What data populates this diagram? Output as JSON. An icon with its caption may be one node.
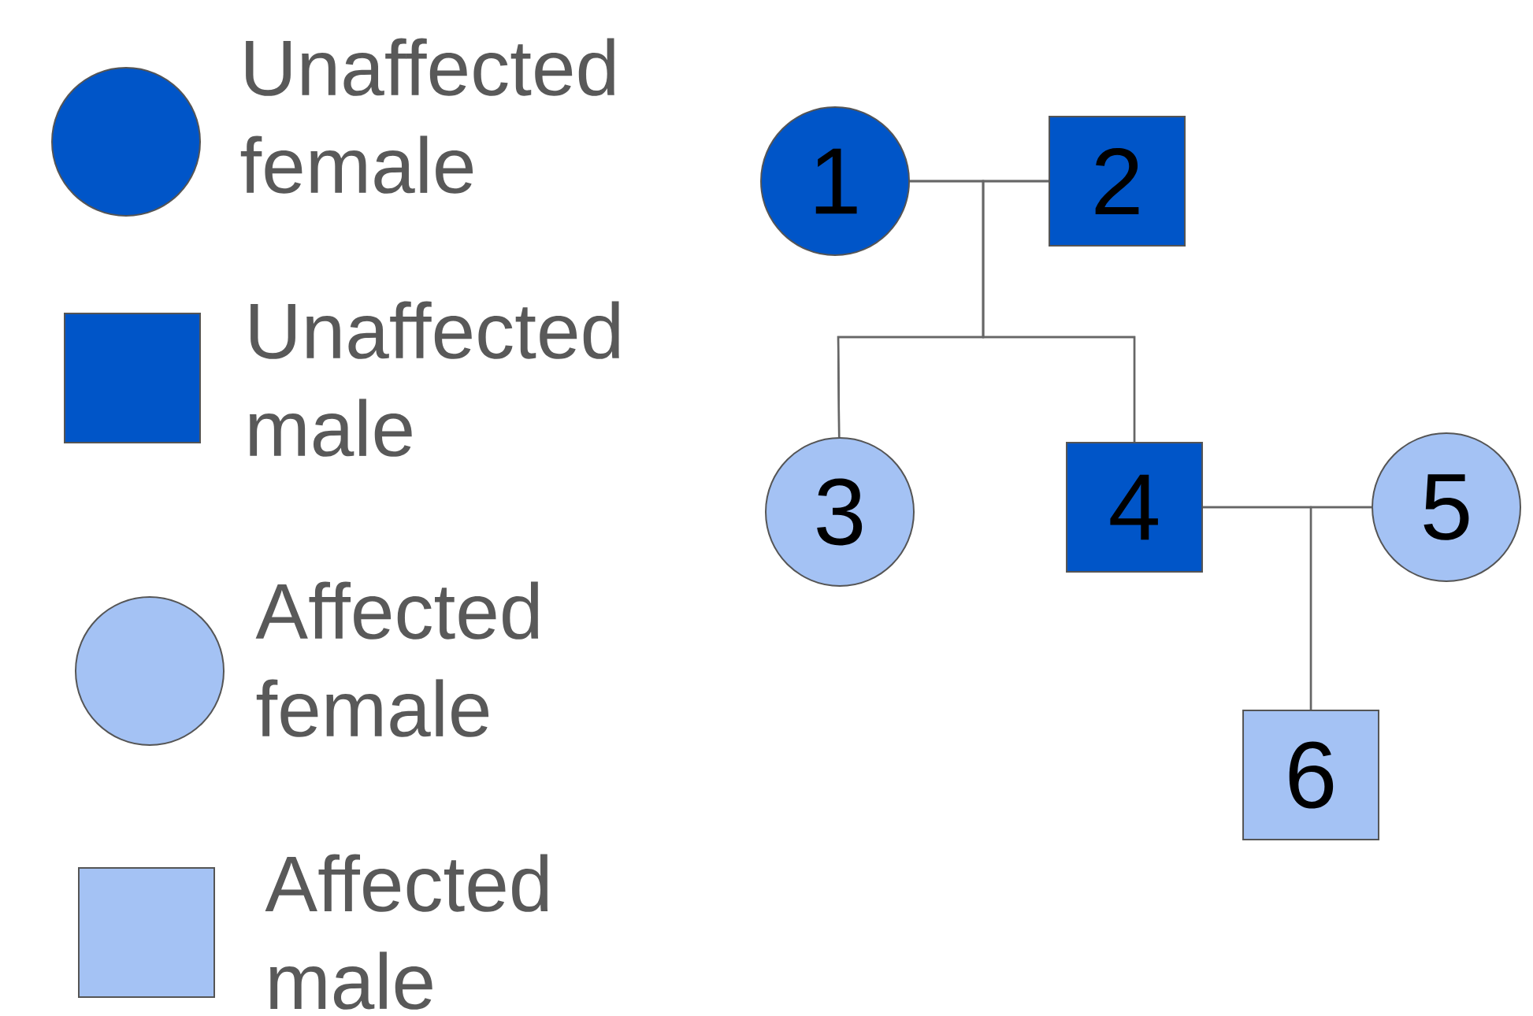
{
  "diagram": {
    "nodes": [
      {
        "text": [
          "1"
        ]
      },
      {
        "text": [
          "2"
        ]
      },
      {
        "text": [
          "3"
        ]
      },
      {
        "text": [
          "4"
        ]
      },
      {
        "text": [
          "5"
        ]
      },
      {
        "text": [
          "6"
        ]
      }
    ],
    "edges": [
      {
        "from": 0,
        "to": 1,
        "arrow": "none"
      },
      {
        "from": 0,
        "to": 2,
        "arrow": "none"
      },
      {
        "from": 1,
        "to": 2,
        "arrow": "none"
      },
      {
        "from": 0,
        "to": 3,
        "arrow": "none"
      },
      {
        "from": 1,
        "to": 3,
        "arrow": "none"
      },
      {
        "from": 3,
        "to": 4,
        "arrow": "none"
      },
      {
        "from": 3,
        "to": 5,
        "arrow": "none"
      },
      {
        "from": 4,
        "to": 5,
        "arrow": "none"
      }
    ],
    "legend": [
      {
        "text": "Unaffected female",
        "color": "#0055c8"
      },
      {
        "text": "Unaffected male",
        "color": "#0055c8"
      },
      {
        "text": "Affected female",
        "color": "#a4c2f4"
      },
      {
        "text": "Affected male",
        "color": "#a4c2f4"
      }
    ]
  }
}
